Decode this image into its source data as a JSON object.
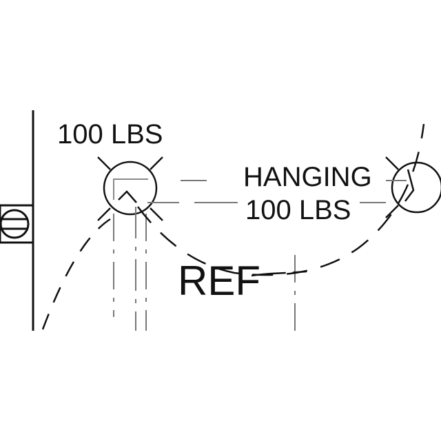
{
  "labels": {
    "left_weight": "100 LBS",
    "right_status": "HANGING",
    "right_weight": "100 LBS",
    "reference": "REF"
  },
  "symbols": {
    "left_fixture": "light-fixture-icon",
    "right_fixture": "light-fixture-icon",
    "wall_device": "wall-outlet-icon"
  },
  "colors": {
    "line": "#111111",
    "centerline": "#777777",
    "background": "#ffffff"
  }
}
